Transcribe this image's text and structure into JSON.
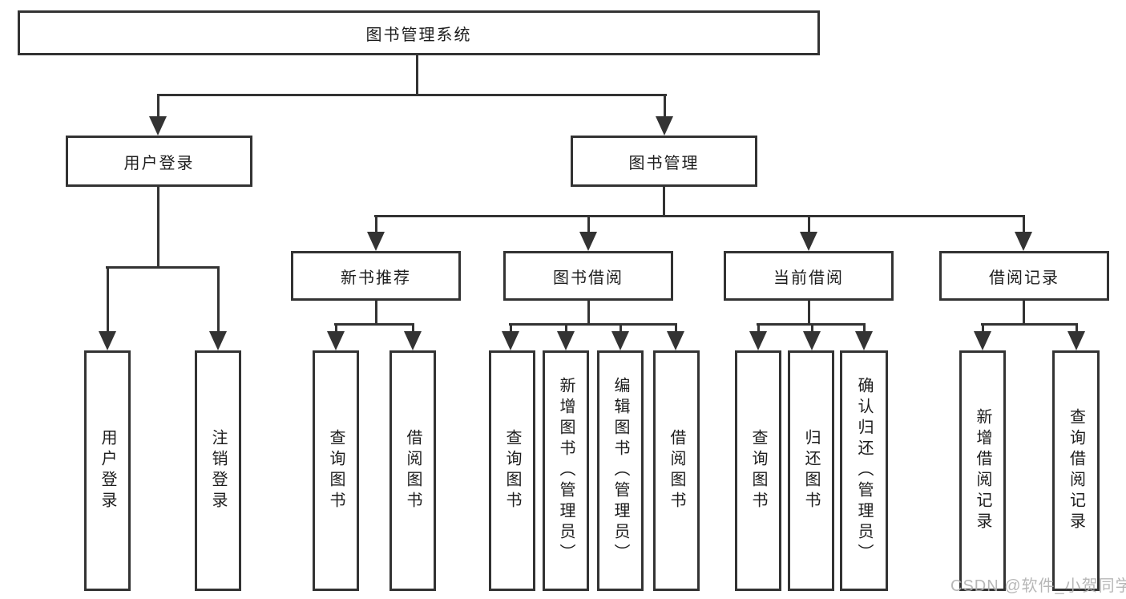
{
  "diagram": {
    "type": "tree",
    "title": "图书管理系统",
    "colors": {
      "line": "#333333",
      "box_border": "#333333",
      "box_fill": "#ffffff",
      "text": "#1d1d1d",
      "watermark": "#b0b0b0"
    },
    "watermark": {
      "text": "CSDN @软件_小贺同学"
    },
    "nodes": {
      "root": {
        "label": "图书管理系统"
      },
      "user_login": {
        "label": "用户登录",
        "parent": "root"
      },
      "book_mgmt": {
        "label": "图书管理",
        "parent": "root"
      },
      "new_book_rec": {
        "label": "新书推荐",
        "parent": "book_mgmt"
      },
      "book_borrow": {
        "label": "图书借阅",
        "parent": "book_mgmt"
      },
      "current_borrow": {
        "label": "当前借阅",
        "parent": "book_mgmt"
      },
      "borrow_record": {
        "label": "借阅记录",
        "parent": "book_mgmt"
      },
      "leaf_login": {
        "label": "用户登录",
        "parent": "user_login"
      },
      "leaf_logout": {
        "label": "注销登录",
        "parent": "user_login"
      },
      "leaf_nbr_query": {
        "label": "查询图书",
        "parent": "new_book_rec"
      },
      "leaf_nbr_borrow": {
        "label": "借阅图书",
        "parent": "new_book_rec"
      },
      "leaf_bb_query": {
        "label": "查询图书",
        "parent": "book_borrow"
      },
      "leaf_bb_add": {
        "label": "新增图书（管理员）",
        "parent": "book_borrow"
      },
      "leaf_bb_edit": {
        "label": "编辑图书（管理员）",
        "parent": "book_borrow"
      },
      "leaf_bb_borrow": {
        "label": "借阅图书",
        "parent": "book_borrow"
      },
      "leaf_cb_query": {
        "label": "查询图书",
        "parent": "current_borrow"
      },
      "leaf_cb_return": {
        "label": "归还图书",
        "parent": "current_borrow"
      },
      "leaf_cb_confirm": {
        "label": "确认归还（管理员）",
        "parent": "current_borrow"
      },
      "leaf_br_add": {
        "label": "新增借阅记录",
        "parent": "borrow_record"
      },
      "leaf_br_query": {
        "label": "查询借阅记录",
        "parent": "borrow_record"
      }
    }
  }
}
